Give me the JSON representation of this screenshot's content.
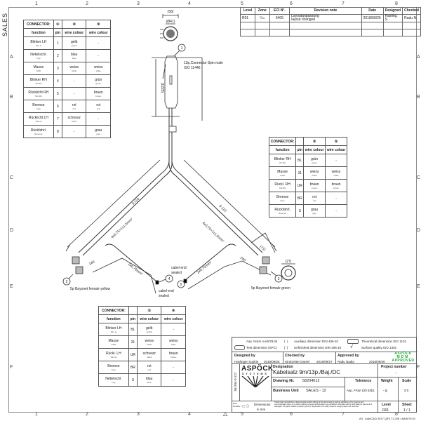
{
  "side_label": "SALES",
  "grid": {
    "columns": [
      "1",
      "2",
      "3",
      "4",
      "5",
      "6",
      "7",
      "8"
    ],
    "rows": [
      "A",
      "B",
      "C",
      "D",
      "E",
      "F"
    ]
  },
  "revision": {
    "headers": [
      "Level",
      "Zone",
      "ECI N°.",
      "Revision note",
      "Date",
      "Designed",
      "Checked"
    ],
    "rows": [
      {
        "level": "R01",
        "zone": "B1",
        "eci": "6405",
        "note1": "Layoutanpassung",
        "note2": "layout changed",
        "date": "2018/09/26",
        "designed": "Hasling. S.",
        "checked": "Radu N."
      }
    ]
  },
  "tables": [
    {
      "id": "conn1",
      "headers": [
        "CONNECTOR:",
        "①",
        "②",
        "③"
      ],
      "sub": [
        "function",
        "pin",
        "wire colour",
        "wire colour"
      ],
      "rows": [
        [
          "Blinker LH",
          "Dir.LH",
          "1",
          "gelb",
          "yellow",
          "-",
          ""
        ],
        [
          "Nebelschl.",
          "Fog",
          "2",
          "blau",
          "blue",
          "-",
          ""
        ],
        [
          "Masse",
          "GND",
          "3",
          "weiss",
          "white",
          "weiss",
          "white"
        ],
        [
          "Blinker RH",
          "Dir.RH",
          "4",
          "-",
          "",
          "grün",
          "green"
        ],
        [
          "Rücklicht RH",
          "Tail RH",
          "5",
          "-",
          "",
          "braun",
          "brown"
        ],
        [
          "Bremse",
          "Stop",
          "6",
          "rot",
          "red",
          "rot",
          "red"
        ],
        [
          "Rücklicht LH",
          "Tail LH",
          "7",
          "schwarz",
          "black",
          "-",
          ""
        ],
        [
          "Rückfahrl.",
          "Reverse",
          "8",
          "-",
          "",
          "grau",
          "grey"
        ]
      ]
    },
    {
      "id": "conn3",
      "headers": [
        "CONNECTOR:",
        "",
        "③",
        "⑤"
      ],
      "sub": [
        "function",
        "pin",
        "wire colour",
        "wire colour"
      ],
      "rows": [
        [
          "Blinker RH",
          "Dir.RH",
          "BL",
          "grün",
          "green",
          "-",
          ""
        ],
        [
          "Masse",
          "GND",
          "31",
          "weiss",
          "white",
          "weiss",
          "white"
        ],
        [
          "Rückl. RH",
          "Tail RH",
          "UR",
          "braun",
          "brown",
          "braun",
          "brown"
        ],
        [
          "Bremse",
          "Stop",
          "BR",
          "rot",
          "red",
          "-",
          ""
        ],
        [
          "Rückfahrl.",
          "Reverse",
          "S",
          "grau",
          "grey",
          "-",
          ""
        ]
      ]
    },
    {
      "id": "conn2",
      "headers": [
        "CONNECTOR:",
        "",
        "②",
        "④"
      ],
      "sub": [
        "function",
        "pin",
        "wire colour",
        "wire colour"
      ],
      "rows": [
        [
          "Blinker LH",
          "Dir.LH",
          "BL",
          "gelb",
          "yellow",
          "-",
          ""
        ],
        [
          "Masse",
          "GND",
          "31",
          "weiss",
          "white",
          "weiss",
          "white"
        ],
        [
          "Rückl. LH",
          "Tail LH",
          "UR",
          "schwarz",
          "black",
          "braun",
          "brown"
        ],
        [
          "Bremse",
          "Stop",
          "BR",
          "rot",
          "red",
          "-",
          ""
        ],
        [
          "Nebelschl.",
          "Fog",
          "S",
          "blau",
          "blue",
          "-",
          ""
        ]
      ]
    }
  ],
  "drawing": {
    "dim_58": "(58)",
    "dim_d41": "(Ø41)",
    "dim_1225": "(1225)",
    "conn1_label": "13p.Connector 8pin male",
    "conn1_std": "ISO 11446",
    "len_left": "9 110",
    "len_right": "9 110",
    "cable_left": "4x0,75+1x1,5mm²",
    "cable_right": "4x0,75+1x1,5mm²",
    "sub_left": "2x0,75mm²",
    "sub_right": "2x0,75mm²",
    "dim_240_left": "240",
    "dim_240_right": "240",
    "sealed_a1": "cabel end",
    "sealed_a2": "sealed",
    "sealed_b1": "cabel end",
    "sealed_b2": "sealed",
    "conn2_label": "5p Bayonet female yellow",
    "conn3_label": "5p Bayonet female green",
    "dim_71": "(71)",
    "dim_27": "(27)",
    "callouts": [
      "1",
      "2",
      "3",
      "4",
      "5"
    ]
  },
  "title_block": {
    "asp_norm": "Asp. Norm AA/6/79.04",
    "aux_dim": "Auxiliary dimension DIN 406-10",
    "theo_dim": "Theoretical dimension ISO 1101",
    "test_dim": "Test dimension (SPC)",
    "unfin_dim": "Unfinished dimension DIN 406-10",
    "surface": "Surface quality ISO 1302",
    "designed_by_label": "Designed by",
    "designed_by": "Haslinger Sophie",
    "designed_date": "2018/09/26",
    "checked_by_label": "Checked by",
    "checked_by": "Strubreiter Daniel",
    "checked_date": "2018/09/27",
    "approved_by_label": "Approved by",
    "approved_by": "Radu Nadia",
    "approved_date": "2018/09/28",
    "mdm1": "ASPÖCK",
    "mdm2": "MDM",
    "mdm3": "APPROVED",
    "vertical_no": "58-204-0-127",
    "logo": "ASPÖCK",
    "logo_sub": "SYSTEMS",
    "designation_label": "Designation",
    "designation": "Kabelsatz 9m/13p./Baj./DC",
    "project_label": "Project number",
    "project": "-",
    "drawing_nr_label": "Drawing Nr.",
    "drawing_nr": "58204012",
    "tolerance_label": "Tolerance",
    "tolerance": "Asp. FAW 100 53b1",
    "weight_label": "Weight",
    "weight": "- g",
    "scale_label": "Scale",
    "scale": "x:x",
    "bu_label": "Business Unit",
    "bu": "SALES - 12",
    "dimensions1": "Dimensions",
    "dimensions2": "in mm",
    "part_number": "Part Number",
    "legal": "Transmittal, reproduction, dissemination and/or editing of this document as well as utilization of its contents and communication there of to others without express authorization are prohibited. Offenders will be held liable for payment of damages. All rights created by patent grant or registration of a utility model or design patent are reserved.",
    "level_label": "Level",
    "level": "R01",
    "sheet_label": "Sheet",
    "sheet": "1 / 1"
  },
  "footer": "A3 - AutoCAD 2017 Q/F171.208 / AA/6/79.02",
  "colors": {
    "mdm_green": "#22a83a",
    "line": "#333333"
  }
}
